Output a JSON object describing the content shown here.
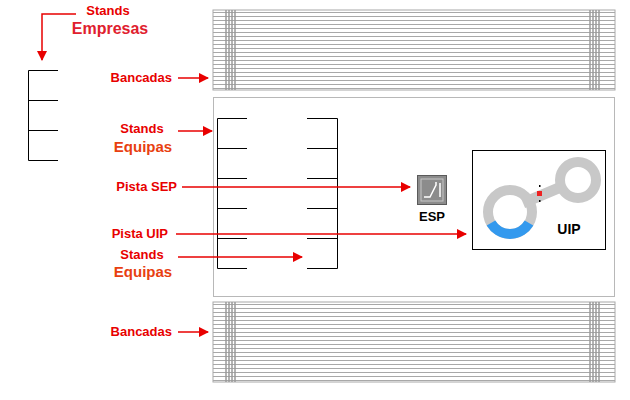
{
  "diagram": {
    "nodes": [
      {
        "text": [
          "ESP"
        ]
      },
      {
        "text": [
          "UIP"
        ]
      }
    ],
    "labels": [
      "Stands",
      "Empresas",
      "Bancadas",
      "Stands",
      "Equipas",
      "Pista SEP",
      "Pista UIP",
      "Stands",
      "Equipas",
      "Bancadas"
    ]
  }
}
